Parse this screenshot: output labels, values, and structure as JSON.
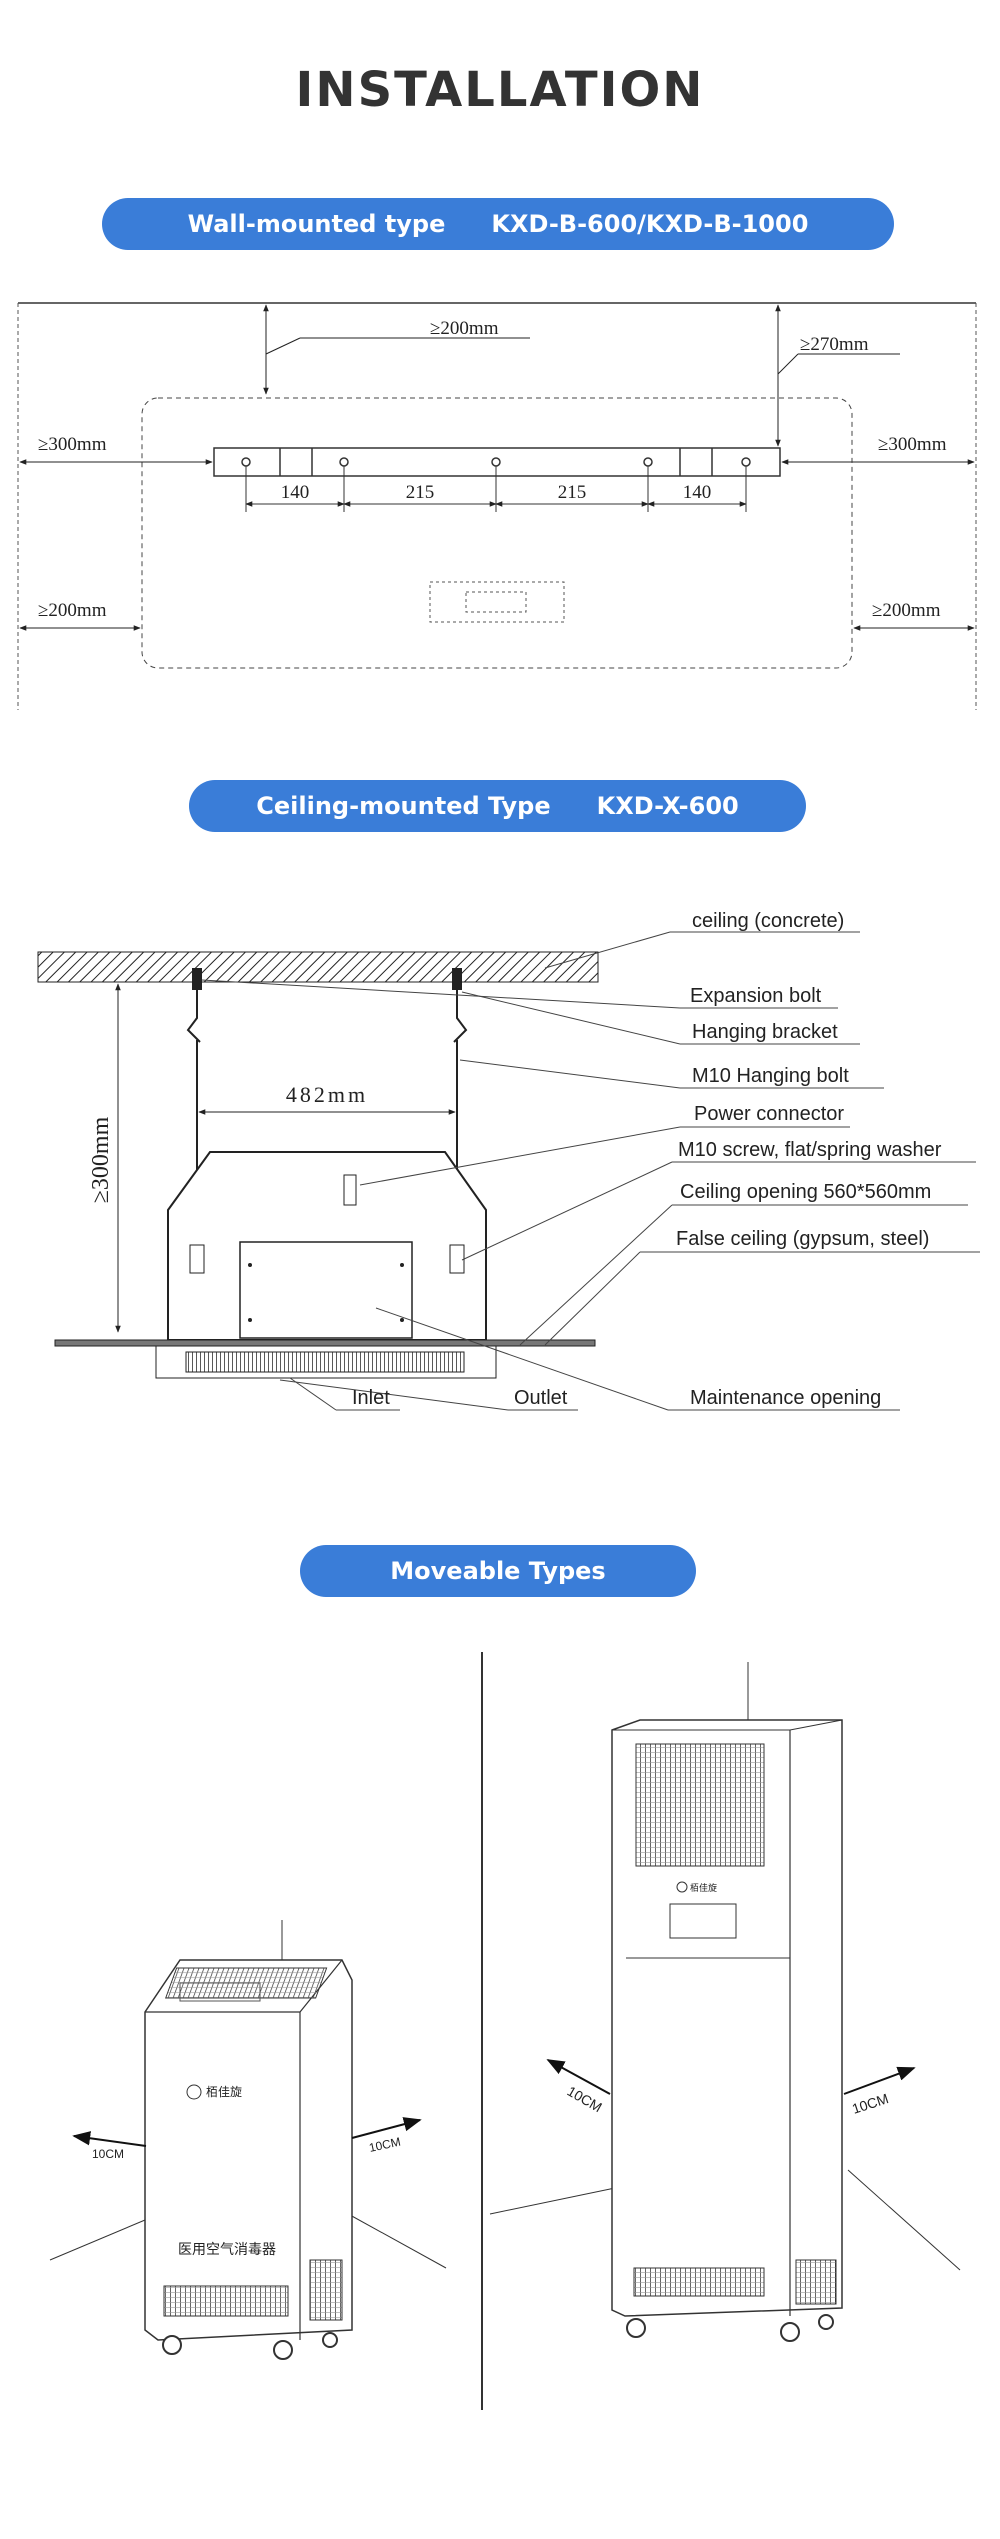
{
  "title": "INSTALLATION",
  "wall": {
    "type_label": "Wall-mounted type",
    "model": "KXD-B-600/KXD-B-1000",
    "dims": {
      "top": "≥200mm",
      "top_right": "≥270mm",
      "left": "≥300mm",
      "right": "≥300mm",
      "bottom_left": "≥200mm",
      "bottom_right": "≥200mm",
      "spacing": [
        "140",
        "215",
        "215",
        "140"
      ]
    }
  },
  "ceiling": {
    "type_label": "Ceiling-mounted Type",
    "model": "KXD-X-600",
    "height_dim": "≥300mm",
    "width_dim": "482mm",
    "labels": {
      "ceiling": "ceiling (concrete)",
      "expansion_bolt": "Expansion bolt",
      "hanging_bracket": "Hanging bracket",
      "hanging_bolt": "M10 Hanging bolt",
      "power_connector": "Power connector",
      "screw": "M10 screw, flat/spring washer",
      "opening": "Ceiling opening 560*560mm",
      "false_ceiling": "False ceiling (gypsum, steel)",
      "maintenance": "Maintenance opening",
      "inlet": "Inlet",
      "outlet": "Outlet"
    }
  },
  "moveable": {
    "type_label": "Moveable Types",
    "clearance": "10CM",
    "unit1_text": "医用空气消毒器",
    "brand": "栢佳旋"
  }
}
